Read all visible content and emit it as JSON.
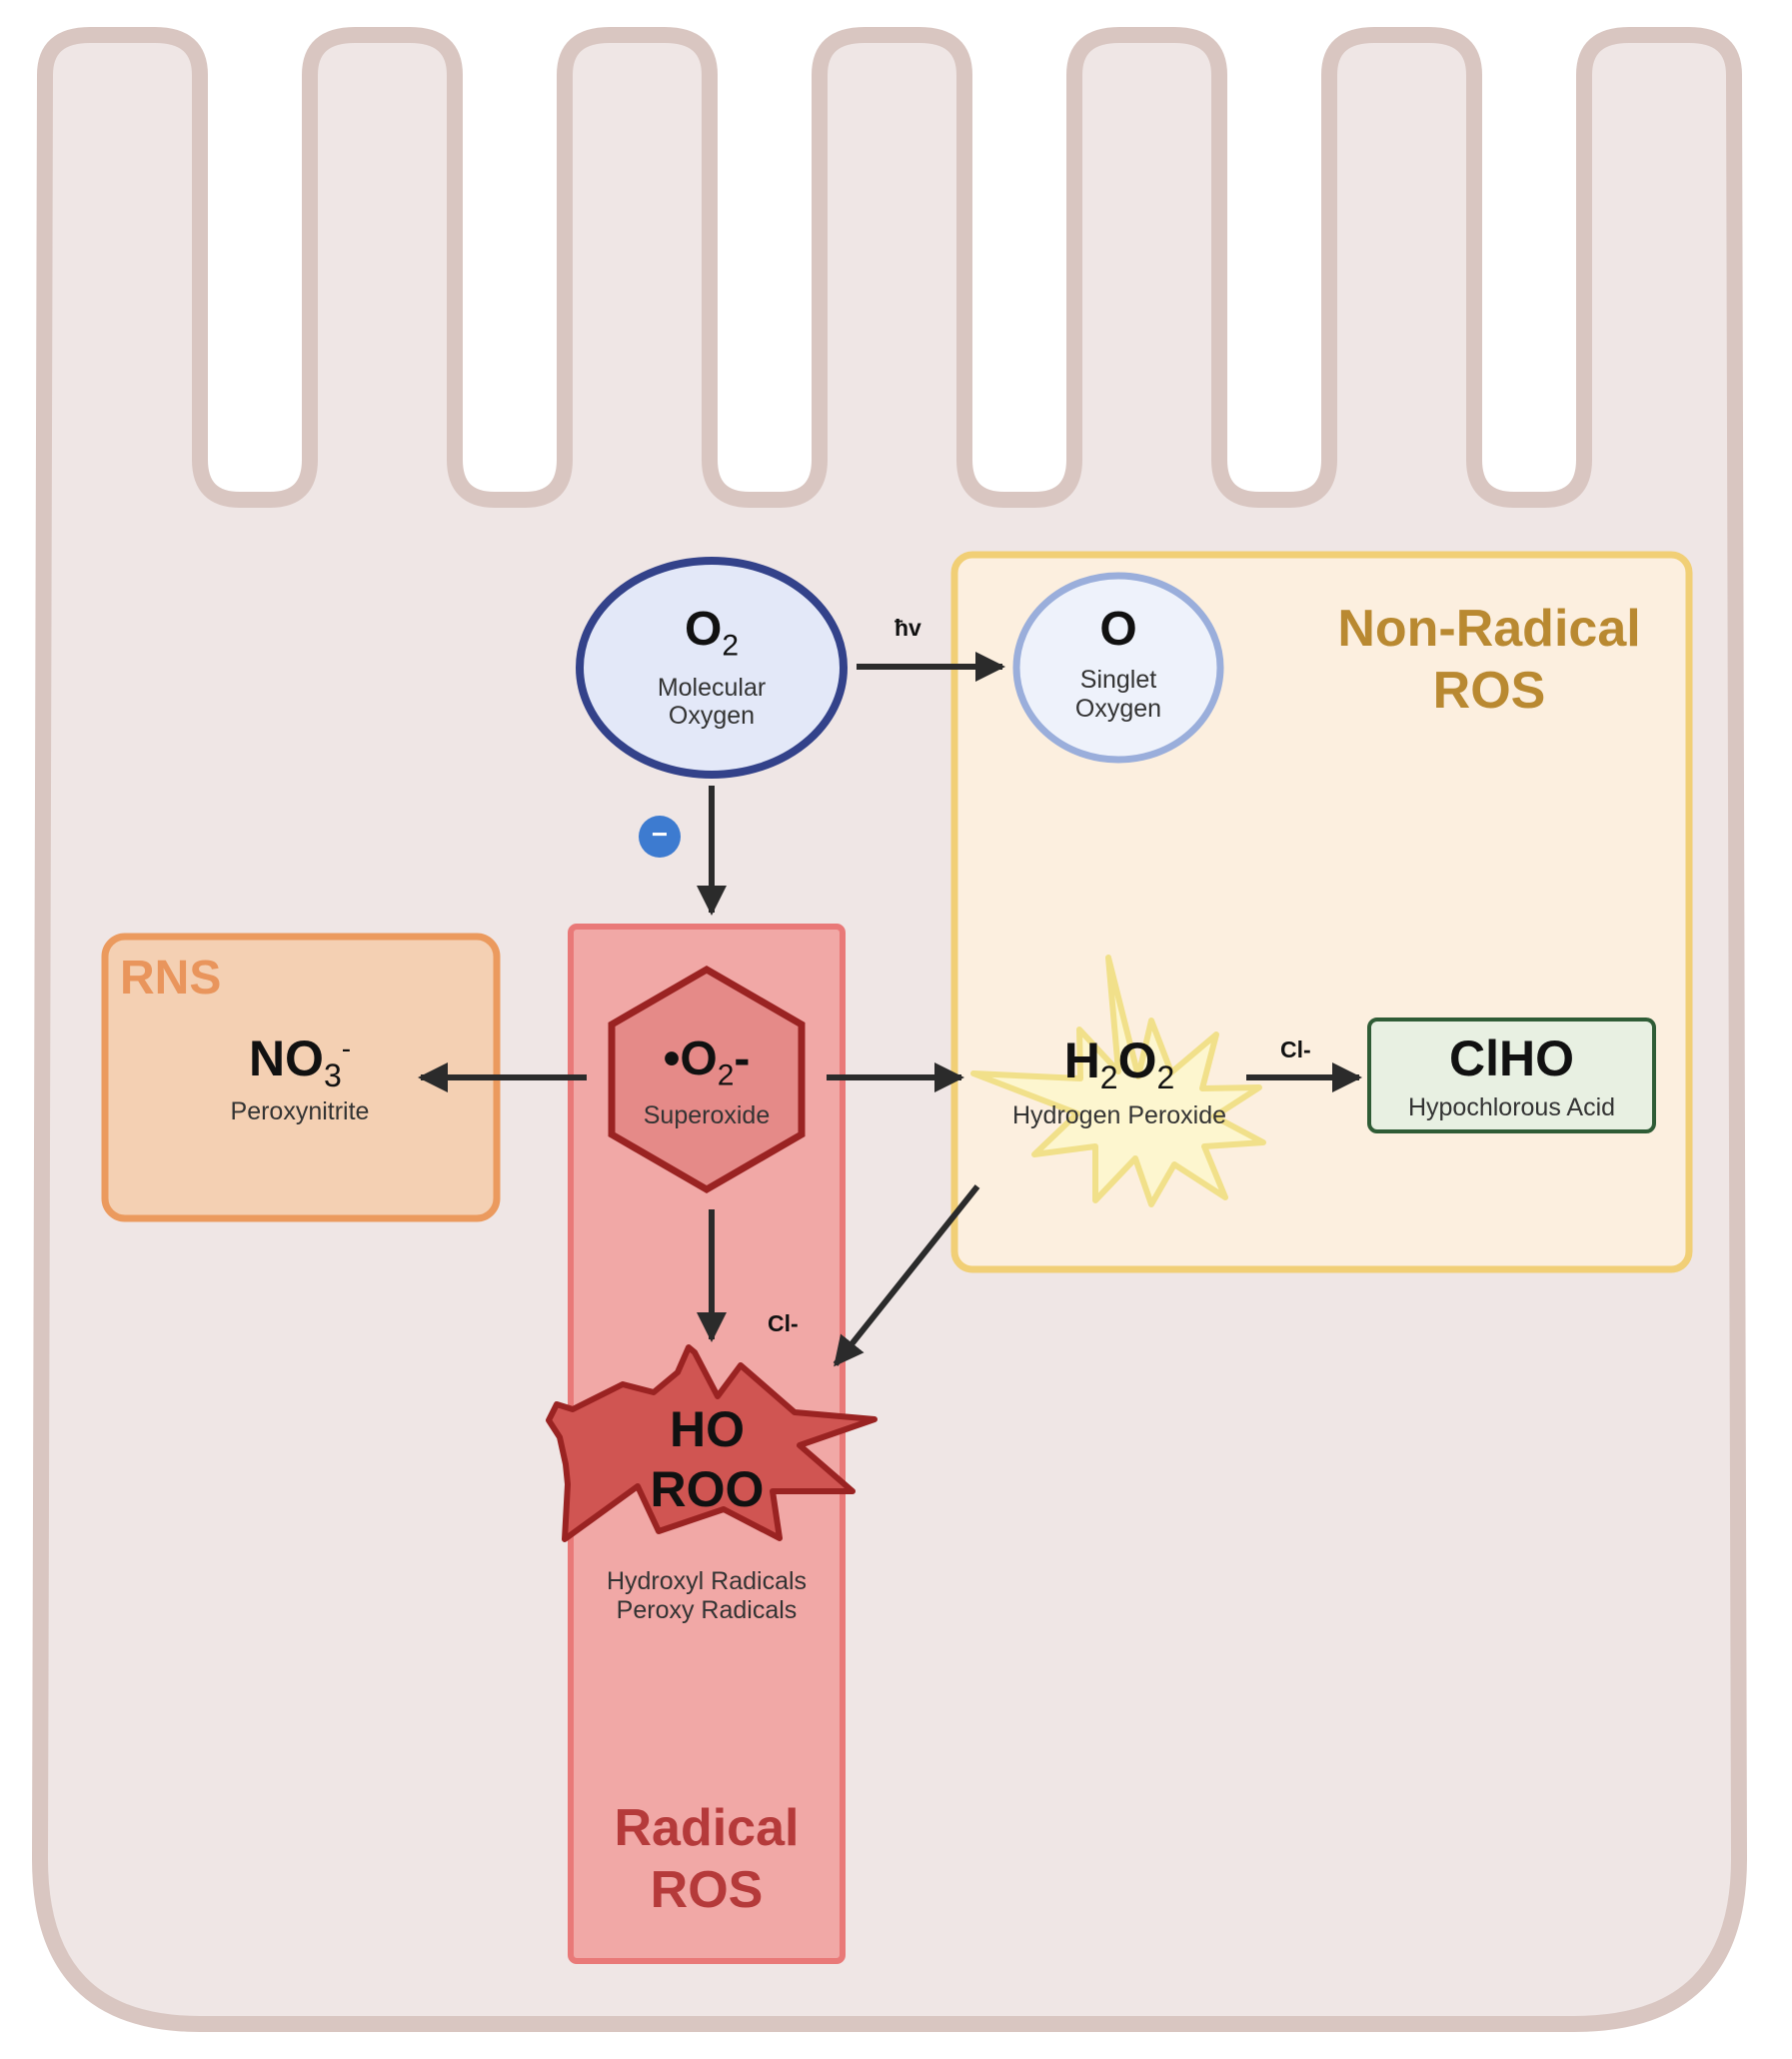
{
  "colors": {
    "cell_fill": "#efe6e5",
    "cell_stroke": "#d9c6c1",
    "radical_fill": "#f1a8a6",
    "radical_stroke": "#e97978",
    "radical_text": "#b53a3a",
    "nonradical_fill": "#fcefdf",
    "nonradical_stroke": "#f1cf76",
    "nonradical_text": "#b98931",
    "rns_fill": "#f4d0b3",
    "rns_stroke": "#eb9a5e",
    "rns_text": "#e9955c",
    "o2_fill": "#e3e8f8",
    "o2_stroke": "#33428a",
    "singlet_fill": "#eef2fb",
    "singlet_stroke": "#9aaedb",
    "superoxide_fill": "#e58a88",
    "superoxide_stroke": "#9a2322",
    "h2o2_fill": "#fdf6cf",
    "h2o2_stroke": "#f1e08a",
    "hocl_fill": "#e8f0e2",
    "hocl_stroke": "#2f5c36",
    "hydroxyl_fill": "#d05552",
    "hydroxyl_stroke": "#9a2322",
    "electron_fill": "#3d7bd0",
    "arrow": "#2b2b2b"
  },
  "groups": {
    "non_radical_line1": "Non-Radical",
    "non_radical_line2": "ROS",
    "radical_line1": "Radical",
    "radical_line2": "ROS",
    "rns": "RNS"
  },
  "molecules": {
    "o2": {
      "formula_main": "O",
      "formula_sub": "2",
      "name_line1": "Molecular",
      "name_line2": "Oxygen",
      "icon": "ellipse"
    },
    "singlet": {
      "formula": "O",
      "name_line1": "Singlet",
      "name_line2": "Oxygen",
      "icon": "ellipse"
    },
    "superoxide": {
      "formula_a": "•O",
      "formula_sub": "2",
      "formula_b": "-",
      "name": "Superoxide",
      "icon": "hexagon"
    },
    "h2o2": {
      "f1": "H",
      "s1": "2",
      "f2": "O",
      "s2": "2",
      "name": "Hydrogen Peroxide",
      "icon": "starburst"
    },
    "hocl": {
      "formula": "ClHO",
      "name": "Hypochlorous Acid",
      "icon": "rounded-rectangle"
    },
    "radicals": {
      "formula_line1": "HO",
      "formula_line2": "ROO",
      "name_line1": "Hydroxyl Radicals",
      "name_line2": "Peroxy Radicals",
      "icon": "starburst"
    },
    "peroxynitrite": {
      "formula_main": "NO",
      "formula_sub": "3",
      "formula_sup": "-",
      "name": "Peroxynitrite"
    }
  },
  "reactions": {
    "light": "ħv",
    "electron": "−",
    "chloride_1": "Cl-",
    "chloride_2": "Cl-"
  }
}
